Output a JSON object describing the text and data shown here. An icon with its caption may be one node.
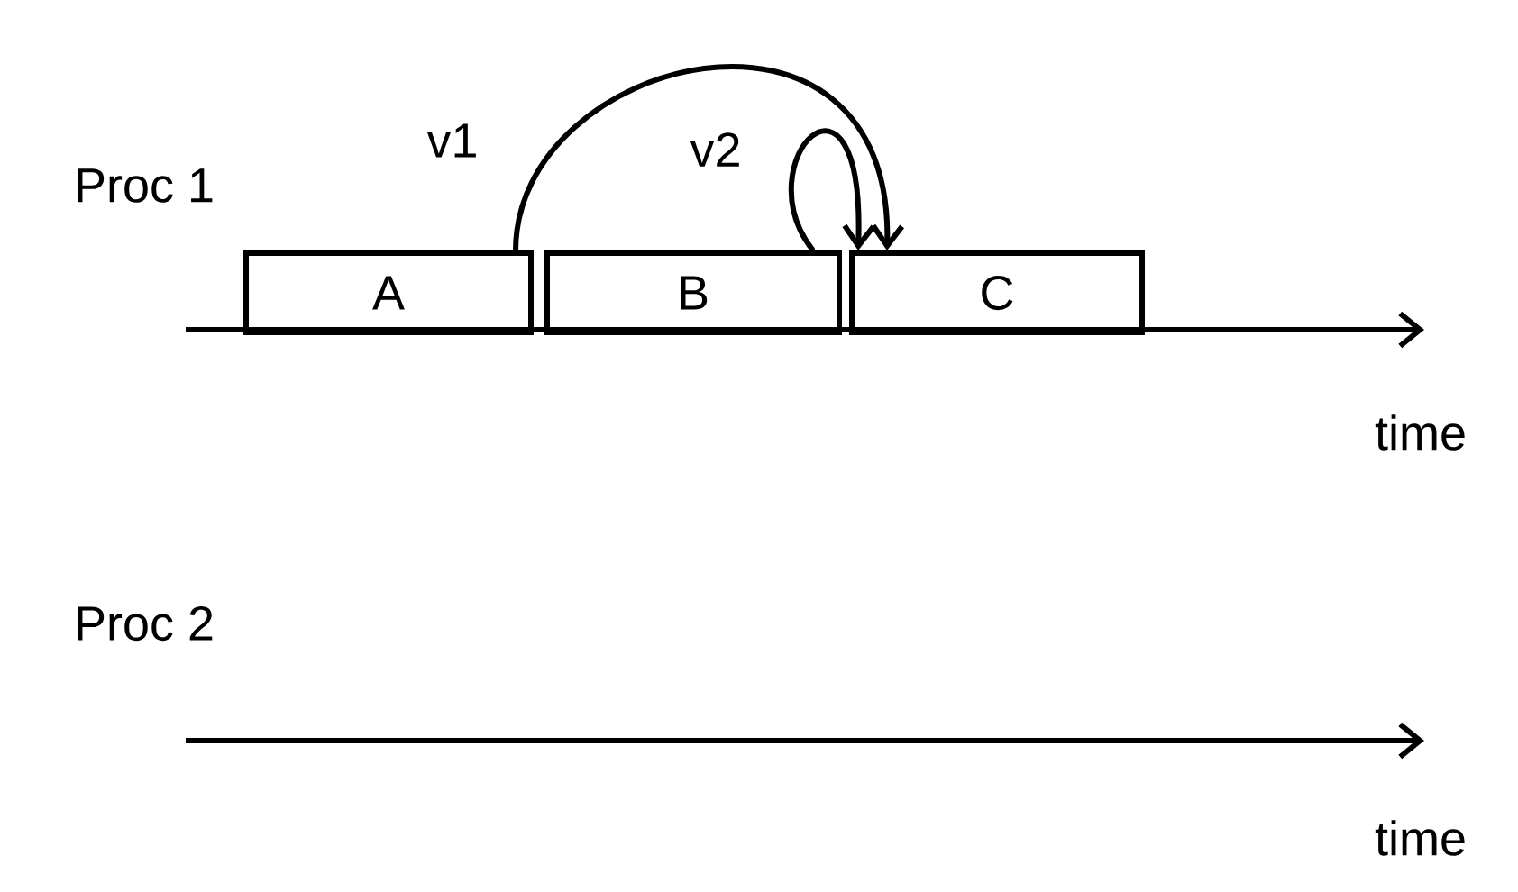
{
  "diagram": {
    "nodes": [
      {
        "text": [
          "A"
        ]
      },
      {
        "text": [
          "B"
        ]
      },
      {
        "text": [
          "C"
        ]
      }
    ],
    "edges": [
      {
        "from": 0,
        "to": 2,
        "arrow": "to",
        "label": "v1"
      },
      {
        "from": 1,
        "to": 2,
        "arrow": "to",
        "label": "v2"
      }
    ],
    "labels": [
      "Proc 1",
      "time",
      "Proc 2",
      "time"
    ]
  }
}
